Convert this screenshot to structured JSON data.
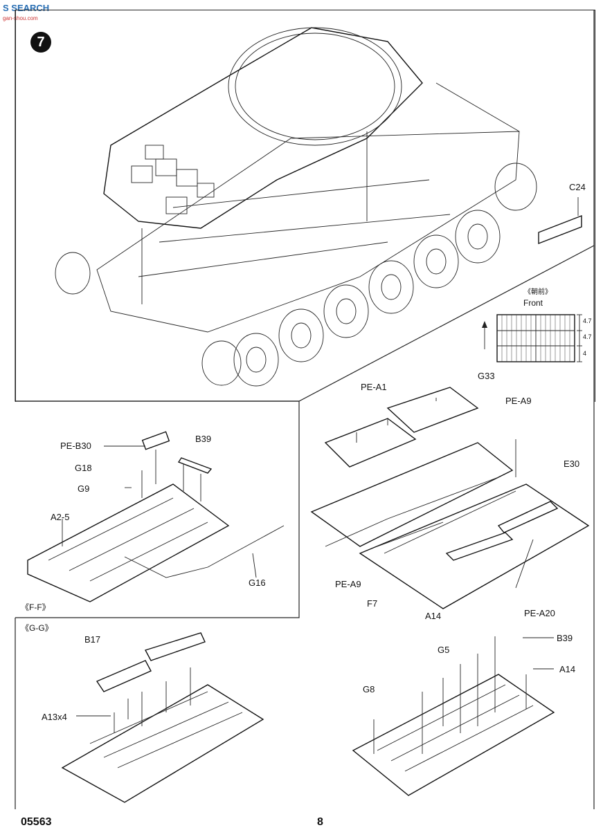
{
  "header": {
    "watermark": "S SEARCH",
    "watermark_sub": "gan-shou.com"
  },
  "step_number": "7",
  "front_label": {
    "cn": "《朝前》",
    "en": "Front"
  },
  "pe_dimensions": [
    "4.7",
    "4.7",
    "4"
  ],
  "parts": {
    "c24": "C24",
    "pe_a1": "PE-A1",
    "g33": "G33",
    "pe_a9_top": "PE-A9",
    "e30": "E30",
    "pe_a9_bottom": "PE-A9",
    "f7": "F7",
    "pe_a20": "PE-A20",
    "pe_b30": "PE-B30",
    "b39_left": "B39",
    "g18": "G18",
    "g9": "G9",
    "a2_5": "A2-5",
    "g16": "G16",
    "b17": "B17",
    "a13x4": "A13x4",
    "a14_top": "A14",
    "g5": "G5",
    "b39_right": "B39",
    "a14_right": "A14",
    "g8": "G8"
  },
  "section_labels": {
    "ff": "《F-F》",
    "gg": "《G-G》"
  },
  "footer": {
    "code": "05563",
    "page": "8"
  },
  "colors": {
    "line": "#222222",
    "accent": "#2a6fb3"
  }
}
